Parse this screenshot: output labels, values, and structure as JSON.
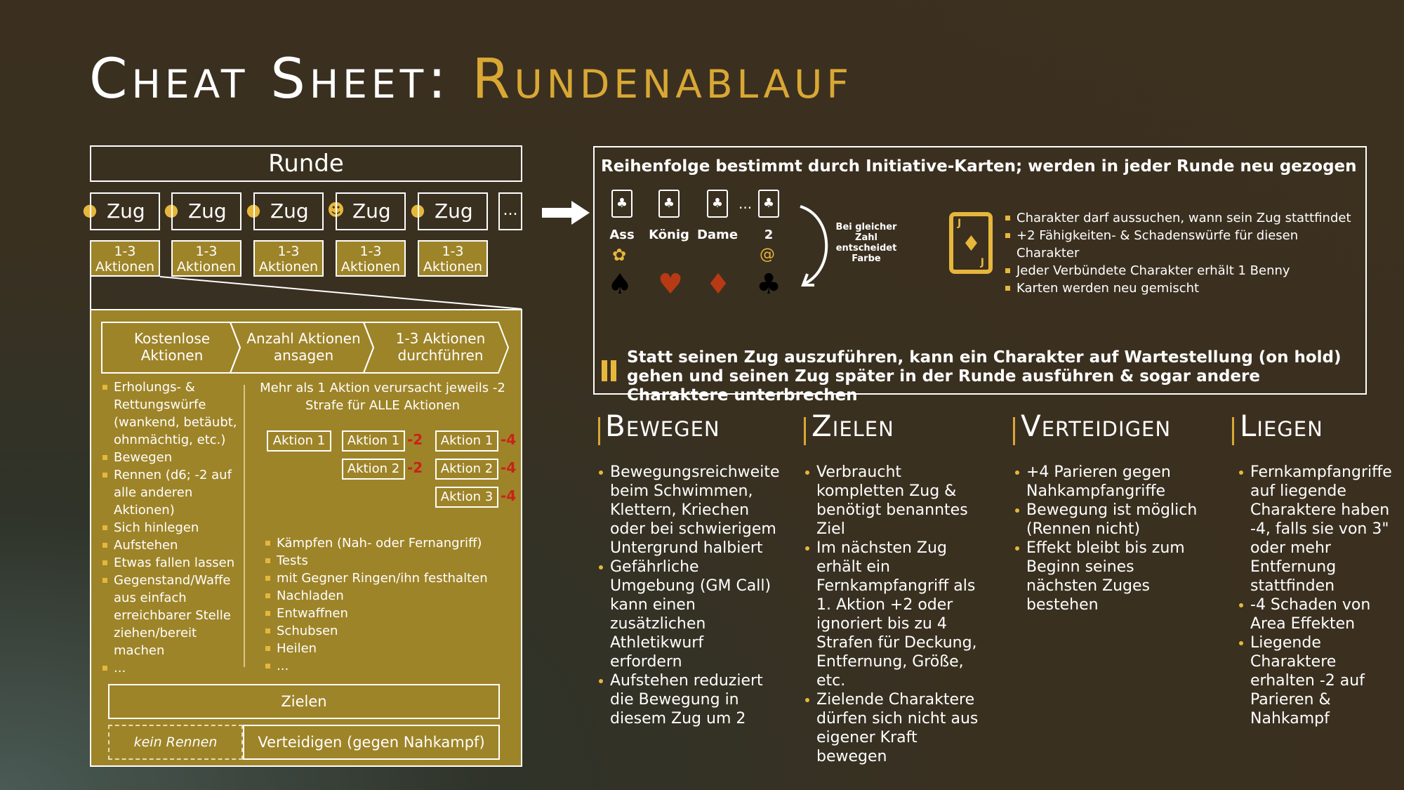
{
  "title": {
    "prefix": "Cheat Sheet:",
    "accent": "Rundenablauf"
  },
  "runde": {
    "label": "Runde",
    "zug_label": "Zug",
    "more": "...",
    "aktionen": "1-3 Aktionen"
  },
  "steps": [
    "Kostenlose Aktionen",
    "Anzahl Aktionen ansagen",
    "1-3 Aktionen durchführen"
  ],
  "free_actions": [
    "Erholungs- & Rettungswürfe (wankend, betäubt, ohnmächtig, etc.)",
    "Bewegen",
    "Rennen (d6; -2 auf alle anderen Aktionen)",
    "Sich hinlegen",
    "Aufstehen",
    "Etwas fallen lassen",
    "Gegenstand/Waffe aus einfach erreichbarer Stelle ziehen/bereit machen",
    "..."
  ],
  "multi_note": "Mehr als 1 Aktion verursacht jeweils -2 Strafe für ALLE Aktionen",
  "actions": {
    "a1": "Aktion 1",
    "a2": "Aktion 2",
    "a3": "Aktion 3",
    "pen2": "-2",
    "pen4": "-4"
  },
  "action_list": [
    "Kämpfen (Nah- oder Fernangriff)",
    "Tests",
    "mit Gegner Ringen/ihn festhalten",
    "Nachladen",
    "Entwaffnen",
    "Schubsen",
    "Heilen",
    "..."
  ],
  "zielen_box": "Zielen",
  "kein_rennen": "kein Rennen",
  "verteidigen_box": "Verteidigen (gegen Nahkampf)",
  "initiative": {
    "header": "Reihenfolge bestimmt durch Initiative-Karten; werden in jeder Runde neu gezogen",
    "cards": [
      "Ass",
      "König",
      "Dame",
      "2"
    ],
    "ellipsis": "...",
    "tie_note": "Bei gleicher Zahl entscheidet Farbe",
    "joker_list": [
      "Charakter darf aussuchen, wann sein Zug stattfindet",
      "+2 Fähigkeiten- & Schadenswürfe für diesen Charakter",
      "Jeder Verbündete Charakter erhält 1 Benny",
      "Karten werden neu gemischt"
    ],
    "hold": "Statt seinen Zug auszuführen, kann ein Charakter auf Wartestellung (on hold) gehen und seinen Zug später in der Runde ausführen & sogar andere Charaktere unterbrechen"
  },
  "columns": {
    "bewegen": {
      "head": "Bewegen",
      "items": [
        "Bewegungsreichweite beim Schwimmen, Klettern, Kriechen oder bei schwierigem Untergrund halbiert",
        "Gefährliche Umgebung (GM Call) kann einen zusätzlichen Athletikwurf erfordern",
        "Aufstehen reduziert die Bewegung in diesem Zug um 2"
      ]
    },
    "zielen": {
      "head": "Zielen",
      "items": [
        "Verbraucht kompletten Zug & benötigt benanntes Ziel",
        "Im nächsten Zug erhält ein Fernkampfangriff als 1. Aktion +2 oder ignoriert bis zu 4 Strafen für Deckung, Entfernung, Größe, etc.",
        "Zielende Charaktere dürfen sich nicht aus eigener Kraft bewegen"
      ]
    },
    "verteidigen": {
      "head": "Verteidigen",
      "items": [
        "+4 Parieren gegen Nahkampfangriffe",
        "Bewegung ist möglich (Rennen nicht)",
        "Effekt bleibt bis zum Beginn seines nächsten Zuges bestehen"
      ]
    },
    "liegen": {
      "head": "Liegen",
      "items": [
        "Fernkampfangriffe auf liegende Charaktere haben -4, falls sie von 3\" oder mehr Entfernung stattfinden",
        "-4 Schaden von Area Effekten",
        "Liegende Charaktere erhalten -2 auf Parieren & Nahkampf"
      ]
    }
  },
  "colors": {
    "accent": "#d9a834",
    "panel": "#9e8428",
    "penalty": "#c8231a"
  }
}
